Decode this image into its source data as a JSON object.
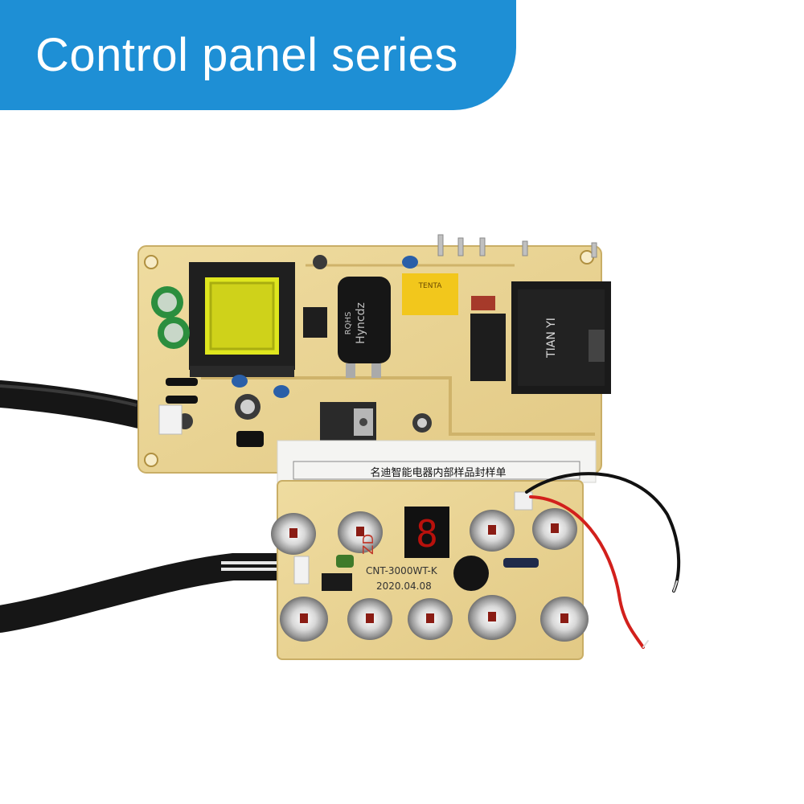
{
  "banner": {
    "title": "Control panel series",
    "color": "#1e8fd5"
  },
  "photo": {
    "power_board": {
      "relay_brand": "TIAN YI",
      "capacitor_brand": "Hyncdz",
      "capacitor_marking": "RQHS",
      "film_capacitor_brand": "TENTA"
    },
    "control_board": {
      "sample_label": "名迪智能电器内部样品封样单",
      "model": "CNT-3000WT-K",
      "date": "2020.04.08",
      "silkscreen_logo": "ZD",
      "seven_segment_digit": "8"
    }
  }
}
